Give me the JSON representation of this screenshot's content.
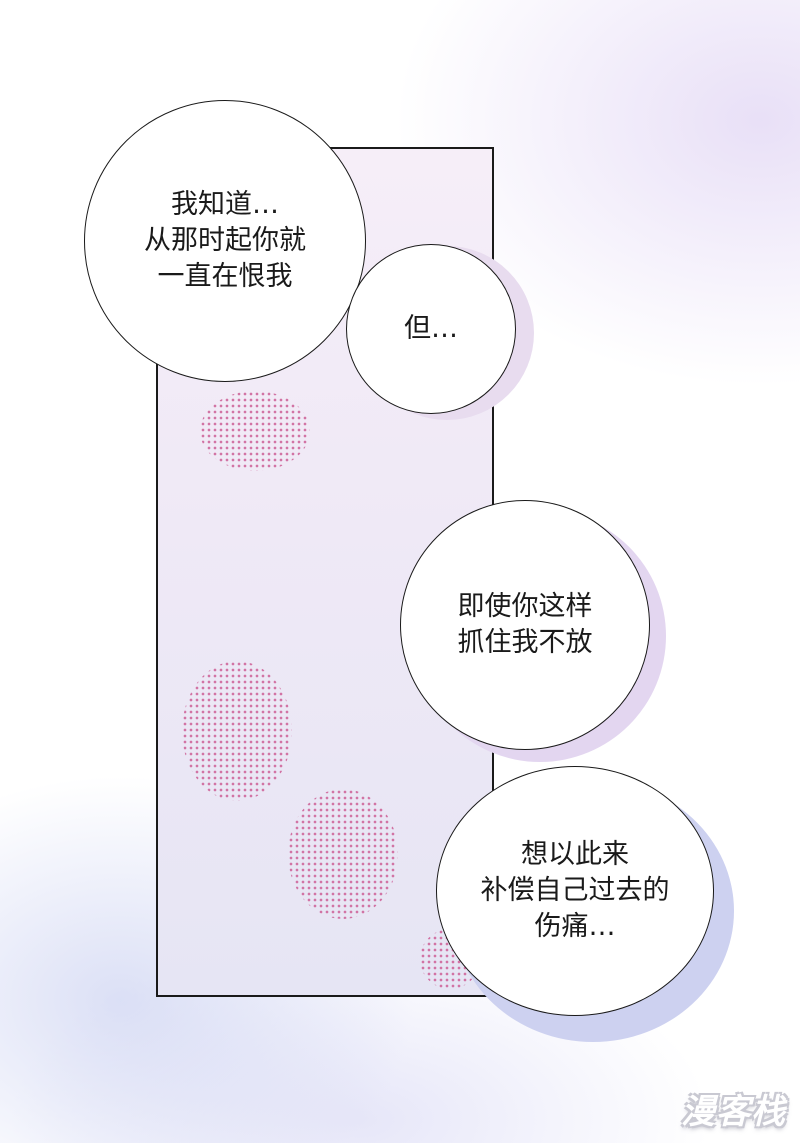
{
  "bubbles": [
    {
      "id": "bubble-1",
      "text": "我知道…\n从那时起你就\n一直在恨我"
    },
    {
      "id": "bubble-2",
      "text": "但…"
    },
    {
      "id": "bubble-3",
      "text": "即使你这样\n抓住我不放"
    },
    {
      "id": "bubble-4",
      "text": "想以此来\n补偿自己过去的\n伤痛…"
    }
  ],
  "watermark": {
    "text": "漫客栈"
  },
  "colors": {
    "panel_border": "#1a1a1a",
    "bubble_shadow_pink": "#e6d8ef",
    "bubble_shadow_blue": "#cdd1f0",
    "halftone_dots": "#cd5f96"
  }
}
